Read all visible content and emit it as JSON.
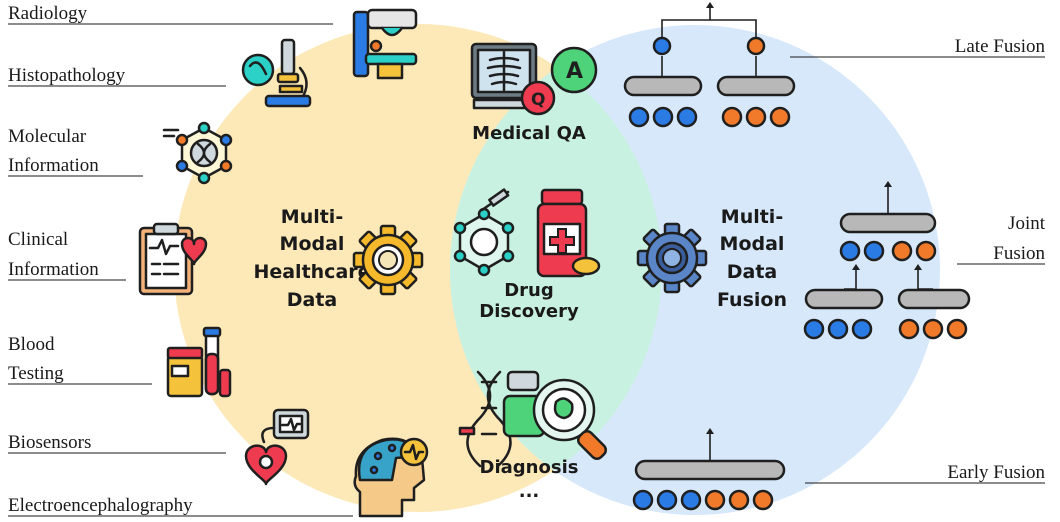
{
  "colors": {
    "data_circle": "#fde9b8",
    "fusion_circle": "#d6e8fa",
    "overlap": "#c9f1e1",
    "node_blue": "#2b7be4",
    "node_orange": "#f07a2a",
    "bar_gray": "#b8b8b8"
  },
  "modalities": {
    "radiology": "Radiology",
    "histopathology": "Histopathology",
    "molecular_1": "Molecular",
    "molecular_2": "Information",
    "clinical_1": "Clinical",
    "clinical_2": "Information",
    "blood_1": "Blood",
    "blood_2": "Testing",
    "biosensors": "Biosensors",
    "eeg": "Electroencephalography"
  },
  "center_left": [
    "Multi-",
    "Modal",
    "Healthcare",
    "Data"
  ],
  "center_right": [
    "Multi-",
    "Modal",
    "Data",
    "Fusion"
  ],
  "applications": {
    "qa": "Medical QA",
    "drug_1": "Drug",
    "drug_2": "Discovery",
    "diagnosis": "Diagnosis",
    "more": "..."
  },
  "fusion": {
    "late": "Late Fusion",
    "joint_1": "Joint",
    "joint_2": "Fusion",
    "early": "Early Fusion"
  },
  "icons": {
    "radiology": "radiology-scanner-icon",
    "histopathology": "microscope-icon",
    "molecular": "dna-network-icon",
    "clinical": "clipboard-heart-icon",
    "blood": "blood-tubes-icon",
    "biosensors": "heart-monitor-icon",
    "eeg": "brain-eeg-icon",
    "qa": "xray-qa-icon",
    "drug": "drug-bottle-icon",
    "diagnosis": "dna-magnifier-icon",
    "gear": "gear-icon"
  }
}
